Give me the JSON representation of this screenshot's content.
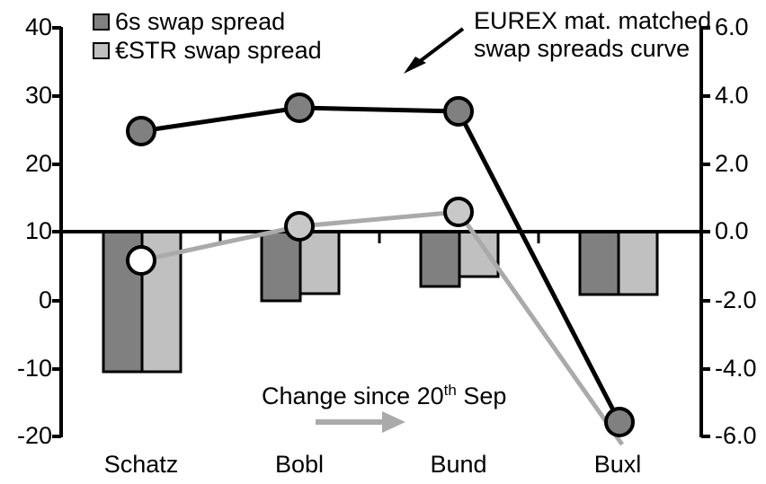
{
  "chart_data": {
    "type": "bar",
    "title": "",
    "categories": [
      "Schatz",
      "Bobl",
      "Bund",
      "Buxl"
    ],
    "xlabel": "",
    "ylabel": "",
    "grid": false,
    "legend_position": "top-left",
    "left_axis": {
      "ticks": [
        "40",
        "30",
        "20",
        "10",
        "0",
        "-10",
        "-20"
      ],
      "values": [
        40,
        30,
        20,
        10,
        0,
        -10,
        -20
      ],
      "ylim": [
        -20,
        40
      ],
      "zero_line_value": 10
    },
    "right_axis": {
      "ticks": [
        "6.0",
        "4.0",
        "2.0",
        "0.0",
        "-2.0",
        "-4.0",
        "-6.0"
      ],
      "values": [
        6.0,
        4.0,
        2.0,
        0.0,
        -2.0,
        -4.0,
        -6.0
      ],
      "ylim": [
        -6.0,
        6.0
      ]
    },
    "series": [
      {
        "name": "6s swap spread",
        "type": "bar",
        "axis": "right",
        "color": "#808080",
        "values": [
          -4.1,
          -2.0,
          -1.5,
          -1.85
        ]
      },
      {
        "name": "€STR swap spread",
        "type": "bar",
        "axis": "right",
        "color": "#c0c0c0",
        "values": [
          -4.1,
          -1.82,
          -1.35,
          -1.85
        ]
      },
      {
        "name": "EUREX mat. matched swap spreads curve",
        "type": "line",
        "axis": "left",
        "color": "#000000",
        "marker_color": "#808080",
        "values": [
          24.6,
          27.9,
          27.3,
          -18.0
        ]
      },
      {
        "name": "Change since 20th Sep",
        "type": "line",
        "axis": "left",
        "color": "#aaaaaa",
        "marker_color": "#c0c0c0",
        "values": [
          6.2,
          10.5,
          12.7,
          -20.2
        ]
      }
    ],
    "annotations": [
      {
        "name": "curve-callout",
        "text_line1": "EUREX mat. matched",
        "text_line2": "swap spreads curve"
      },
      {
        "name": "change-note",
        "text_prefix": "Change since 20",
        "text_sup": "th",
        "text_suffix": " Sep"
      }
    ]
  },
  "legend": {
    "items": [
      {
        "label": "6s swap spread",
        "color": "#808080"
      },
      {
        "label": "€STR swap spread",
        "color": "#c0c0c0"
      }
    ]
  },
  "left_axis_ticks": [
    "40",
    "30",
    "20",
    "10",
    "0",
    "-10",
    "-20"
  ],
  "right_axis_ticks": [
    "6.0",
    "4.0",
    "2.0",
    "0.0",
    "-2.0",
    "-4.0",
    "-6.0"
  ],
  "categories": [
    "Schatz",
    "Bobl",
    "Bund",
    "Buxl"
  ],
  "annotation": {
    "line1": "EUREX mat. matched",
    "line2": "swap spreads curve"
  },
  "change_note": {
    "prefix": "Change since 20",
    "sup": "th",
    "suffix": " Sep"
  },
  "colors": {
    "bar_dark": "#808080",
    "bar_light": "#c0c0c0",
    "line_black": "#000000",
    "line_gray": "#aaaaaa",
    "axis": "#000000"
  }
}
